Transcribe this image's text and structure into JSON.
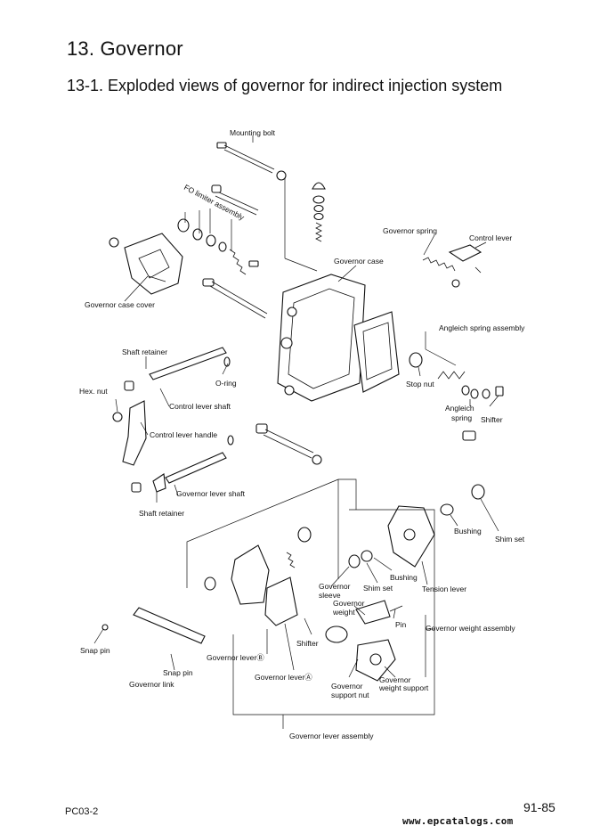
{
  "heading": "13. Governor",
  "subheading": "13-1. Exploded views of governor for indirect injection system",
  "labels": {
    "mounting_bolt": "Mounting bolt",
    "fo_limiter": "FO limiter assembly",
    "governor_spring": "Governor spring",
    "control_lever": "Control lever",
    "governor_case": "Governor case",
    "governor_case_cover": "Governor case cover",
    "angleich_spring_assembly": "Angleich spring assembly",
    "shaft_retainer_top": "Shaft retainer",
    "o_ring": "O-ring",
    "stop_nut": "Stop nut",
    "hex_nut": "Hex. nut",
    "control_lever_shaft": "Control lever shaft",
    "angleich_spring_1": "Angleich",
    "angleich_spring_2": "spring",
    "shifter_top": "Shifter",
    "control_lever_handle": "Control lever handle",
    "governor_lever_shaft": "Governor lever shaft",
    "shaft_retainer_bottom": "Shaft retainer",
    "bushing_top": "Bushing",
    "shim_set_top": "Shim set",
    "bushing_mid": "Bushing",
    "governor_sleeve_1": "Governor",
    "governor_sleeve_2": "sleeve",
    "shim_set_mid": "Shim set",
    "tension_lever": "Tension lever",
    "governor_weight_1": "Governor",
    "governor_weight_2": "weight",
    "pin": "Pin",
    "governor_weight_assembly": "Governor weight assembly",
    "snap_pin_left": "Snap pin",
    "shifter_bottom": "Shifter",
    "governor_lever_b": "Governor leverⒷ",
    "snap_pin_bottom": "Snap pin",
    "governor_link": "Governor link",
    "governor_lever_a": "Governor leverⒶ",
    "governor_support_nut_1": "Governor",
    "governor_support_nut_2": "support nut",
    "governor_weight_support_1": "Governor",
    "governor_weight_support_2": "weight support",
    "governor_lever_assembly": "Governor lever assembly"
  },
  "footer": {
    "doc_code": "PC03-2",
    "page_number": "91-85",
    "watermark": "www.epcatalogs.com"
  }
}
